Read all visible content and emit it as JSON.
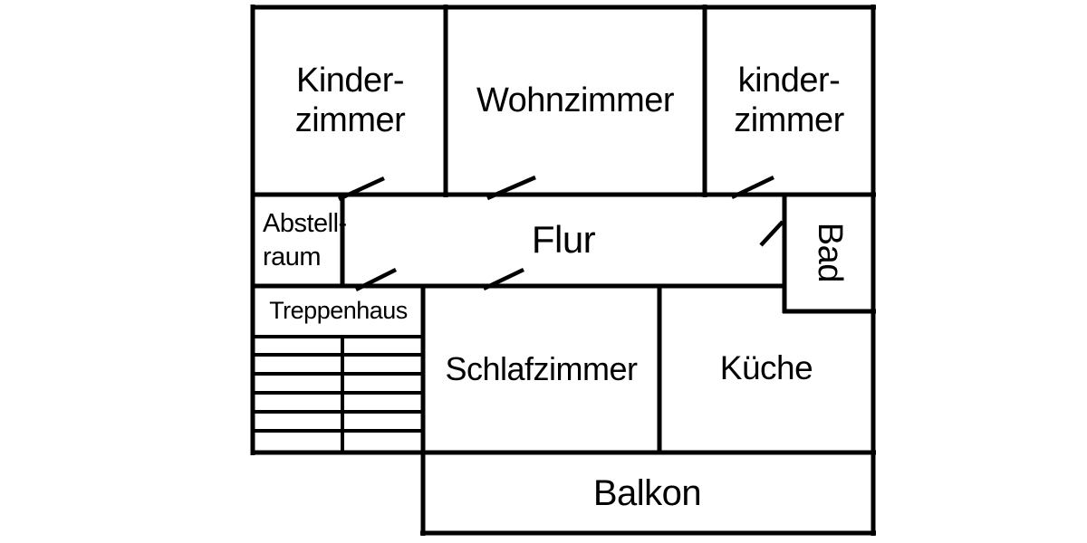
{
  "floorplan": {
    "background_color": "#ffffff",
    "wall_color": "#000000",
    "rooms": {
      "kinderzimmer_left": {
        "line1": "Kinder-",
        "line2": "zimmer"
      },
      "wohnzimmer": {
        "label": "Wohnzimmer"
      },
      "kinderzimmer_right": {
        "line1": "kinder-",
        "line2": "zimmer"
      },
      "abstellraum": {
        "line1": "Abstell-",
        "line2": "raum"
      },
      "flur": {
        "label": "Flur"
      },
      "bad": {
        "label": "Bad"
      },
      "treppenhaus": {
        "label": "Treppenhaus"
      },
      "schlafzimmer": {
        "label": "Schlafzimmer"
      },
      "kueche": {
        "label": "Küche"
      },
      "balkon": {
        "label": "Balkon"
      }
    }
  }
}
